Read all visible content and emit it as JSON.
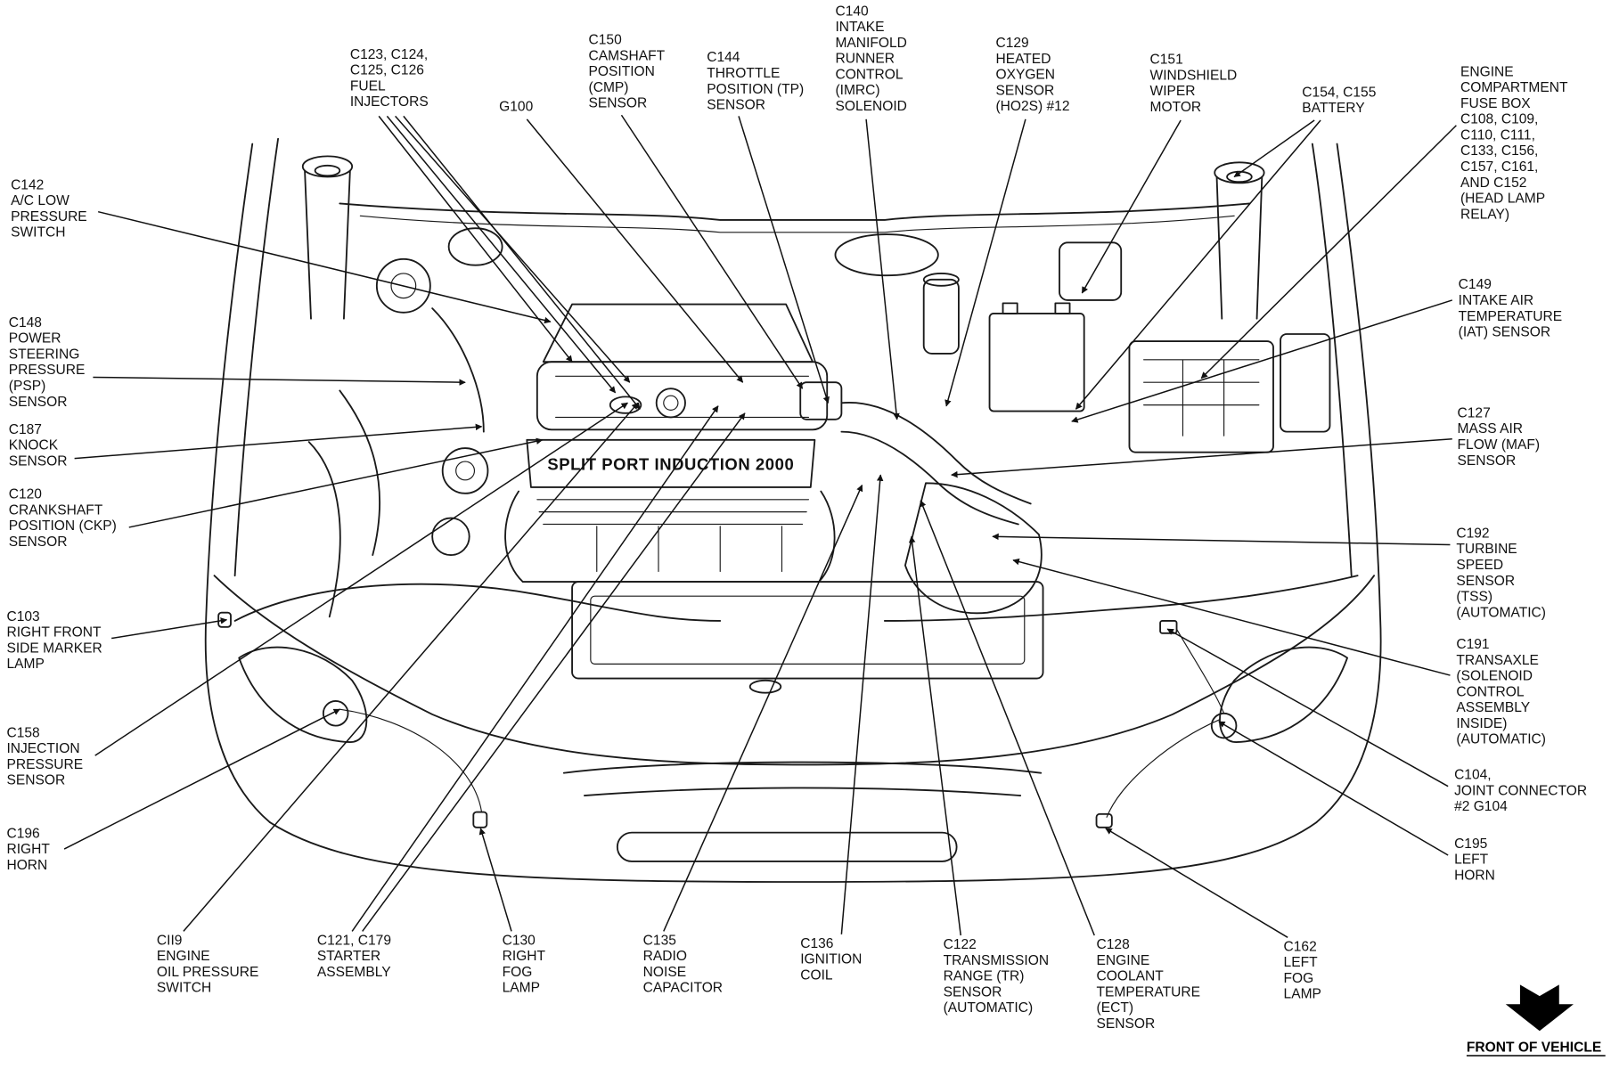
{
  "diagram": {
    "labels": {
      "c123_c126": [
        "C123, C124,",
        "C125, C126",
        "FUEL",
        "INJECTORS"
      ],
      "g100": [
        "G100"
      ],
      "c150": [
        "C150",
        "CAMSHAFT",
        "POSITION",
        "(CMP)",
        "SENSOR"
      ],
      "c144": [
        "C144",
        "THROTTLE",
        "POSITION (TP)",
        "SENSOR"
      ],
      "c140": [
        "C140",
        "INTAKE",
        "MANIFOLD",
        "RUNNER",
        "CONTROL",
        "(IMRC)",
        "SOLENOID"
      ],
      "c129": [
        "C129",
        "HEATED",
        "OXYGEN",
        "SENSOR",
        "(HO2S) #12"
      ],
      "c151": [
        "C151",
        "WINDSHIELD",
        "WIPER",
        "MOTOR"
      ],
      "c154_c155": [
        "C154, C155",
        "BATTERY"
      ],
      "fuse_box": [
        "ENGINE",
        "COMPARTMENT",
        "FUSE BOX",
        "C108, C109,",
        "C110, C111,",
        "C133, C156,",
        "C157, C161,",
        "AND C152",
        "(HEAD LAMP",
        "RELAY)"
      ],
      "c149": [
        "C149",
        "INTAKE AIR",
        "TEMPERATURE",
        "(IAT) SENSOR"
      ],
      "c127": [
        "C127",
        "MASS AIR",
        "FLOW (MAF)",
        "SENSOR"
      ],
      "c192": [
        "C192",
        "TURBINE",
        "SPEED",
        "SENSOR",
        "(TSS)",
        "(AUTOMATIC)"
      ],
      "c191": [
        "C191",
        "TRANSAXLE",
        "(SOLENOID",
        "CONTROL",
        "ASSEMBLY",
        "INSIDE)",
        "(AUTOMATIC)"
      ],
      "c104": [
        "C104,",
        "JOINT CONNECTOR",
        "#2 G104"
      ],
      "c195": [
        "C195",
        "LEFT",
        "HORN"
      ],
      "c142": [
        "C142",
        "A/C LOW",
        "PRESSURE",
        "SWITCH"
      ],
      "c148": [
        "C148",
        "POWER",
        "STEERING",
        "PRESSURE",
        "(PSP)",
        "SENSOR"
      ],
      "c187": [
        "C187",
        "KNOCK",
        "SENSOR"
      ],
      "c120": [
        "C120",
        "CRANKSHAFT",
        "POSITION (CKP)",
        "SENSOR"
      ],
      "c103": [
        "C103",
        "RIGHT FRONT",
        "SIDE MARKER",
        "LAMP"
      ],
      "c158": [
        "C158",
        "INJECTION",
        "PRESSURE",
        "SENSOR"
      ],
      "c196": [
        "C196",
        "RIGHT",
        "HORN"
      ],
      "c119": [
        "CII9",
        "ENGINE",
        "OIL PRESSURE",
        "SWITCH"
      ],
      "c121_c179": [
        "C121, C179",
        "STARTER",
        "ASSEMBLY"
      ],
      "c130": [
        "C130",
        "RIGHT",
        "FOG",
        "LAMP"
      ],
      "c135": [
        "C135",
        "RADIO",
        "NOISE",
        "CAPACITOR"
      ],
      "c136": [
        "C136",
        "IGNITION",
        "COIL"
      ],
      "c122": [
        "C122",
        "TRANSMISSION",
        "RANGE (TR)",
        "SENSOR",
        "(AUTOMATIC)"
      ],
      "c128": [
        "C128",
        "ENGINE",
        "COOLANT",
        "TEMPERATURE",
        "(ECT)",
        "SENSOR"
      ],
      "c162": [
        "C162",
        "LEFT",
        "FOG",
        "LAMP"
      ]
    },
    "engine_marking": "SPLIT PORT INDUCTION 2000",
    "orientation_label": "FRONT OF VEHICLE",
    "icons": {
      "orientation": "down-arrow-icon"
    }
  }
}
